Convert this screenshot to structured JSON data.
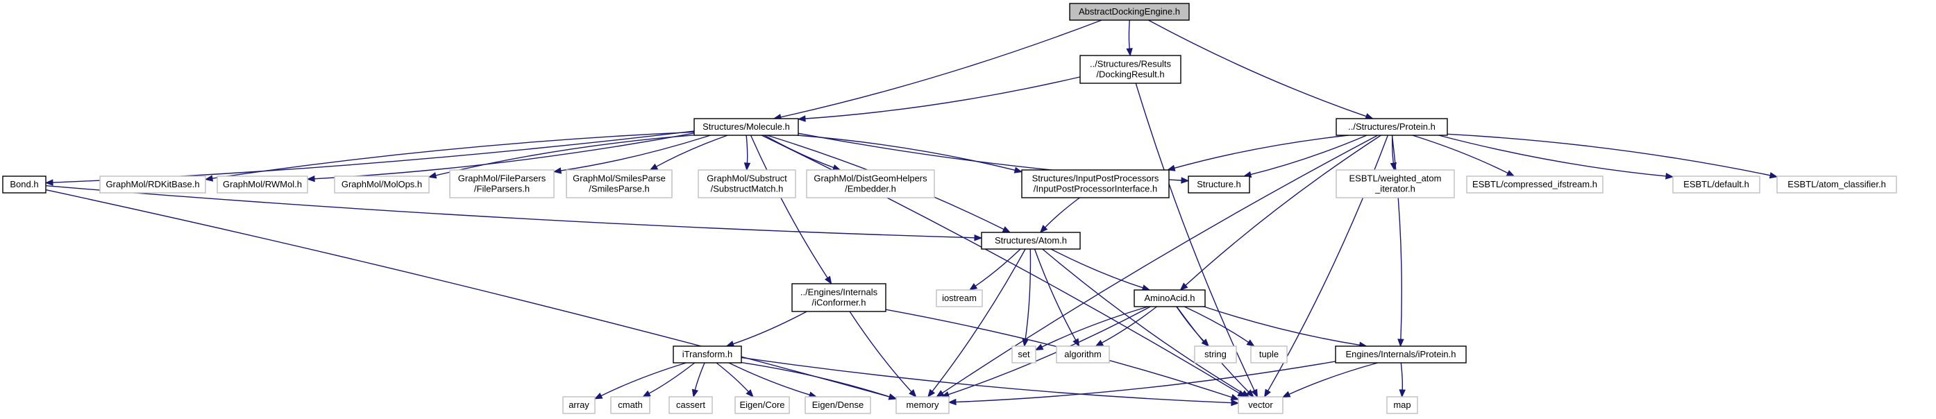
{
  "diagram": {
    "title": "AbstractDockingEngine.h",
    "colors": {
      "edge": "#191970",
      "root_fill": "#bfbfbf",
      "project_border": "#000000",
      "external_border": "#bfbfbf"
    },
    "nodes": [
      {
        "id": "root",
        "kind": "root",
        "lines": [
          "AbstractDockingEngine.h"
        ]
      },
      {
        "id": "dockresult",
        "kind": "project",
        "lines": [
          "../Structures/Results",
          "/DockingResult.h"
        ]
      },
      {
        "id": "molecule",
        "kind": "project",
        "lines": [
          "Structures/Molecule.h"
        ]
      },
      {
        "id": "protein",
        "kind": "project",
        "lines": [
          "../Structures/Protein.h"
        ]
      },
      {
        "id": "bond",
        "kind": "project",
        "lines": [
          "Bond.h"
        ]
      },
      {
        "id": "rdkitbase",
        "kind": "external",
        "lines": [
          "GraphMol/RDKitBase.h"
        ]
      },
      {
        "id": "rwmol",
        "kind": "external",
        "lines": [
          "GraphMol/RWMol.h"
        ]
      },
      {
        "id": "molops",
        "kind": "external",
        "lines": [
          "GraphMol/MolOps.h"
        ]
      },
      {
        "id": "fileparsers",
        "kind": "external",
        "lines": [
          "GraphMol/FileParsers",
          "/FileParsers.h"
        ]
      },
      {
        "id": "smilesparse",
        "kind": "external",
        "lines": [
          "GraphMol/SmilesParse",
          "/SmilesParse.h"
        ]
      },
      {
        "id": "substruct",
        "kind": "external",
        "lines": [
          "GraphMol/Substruct",
          "/SubstructMatch.h"
        ]
      },
      {
        "id": "embedder",
        "kind": "external",
        "lines": [
          "GraphMol/DistGeomHelpers",
          "/Embedder.h"
        ]
      },
      {
        "id": "inputpost",
        "kind": "project",
        "lines": [
          "Structures/InputPostProcessors",
          "/InputPostProcessorInterface.h"
        ]
      },
      {
        "id": "structure",
        "kind": "project",
        "lines": [
          "Structure.h"
        ]
      },
      {
        "id": "weighted",
        "kind": "external",
        "lines": [
          "ESBTL/weighted_atom",
          "_iterator.h"
        ]
      },
      {
        "id": "compressed",
        "kind": "external",
        "lines": [
          "ESBTL/compressed_ifstream.h"
        ]
      },
      {
        "id": "default",
        "kind": "external",
        "lines": [
          "ESBTL/default.h"
        ]
      },
      {
        "id": "atomclass",
        "kind": "external",
        "lines": [
          "ESBTL/atom_classifier.h"
        ]
      },
      {
        "id": "atom",
        "kind": "project",
        "lines": [
          "Structures/Atom.h"
        ]
      },
      {
        "id": "iconformer",
        "kind": "project",
        "lines": [
          "../Engines/Internals",
          "/iConformer.h"
        ]
      },
      {
        "id": "iostream",
        "kind": "external",
        "lines": [
          "iostream"
        ]
      },
      {
        "id": "aminoacid",
        "kind": "project",
        "lines": [
          "AminoAcid.h"
        ]
      },
      {
        "id": "set",
        "kind": "external",
        "lines": [
          "set"
        ]
      },
      {
        "id": "algorithm",
        "kind": "external",
        "lines": [
          "algorithm"
        ]
      },
      {
        "id": "string",
        "kind": "external",
        "lines": [
          "string"
        ]
      },
      {
        "id": "tuple",
        "kind": "external",
        "lines": [
          "tuple"
        ]
      },
      {
        "id": "iprotein",
        "kind": "project",
        "lines": [
          "Engines/Internals/iProtein.h"
        ]
      },
      {
        "id": "itransform",
        "kind": "project",
        "lines": [
          "iTransform.h"
        ]
      },
      {
        "id": "array",
        "kind": "external",
        "lines": [
          "array"
        ]
      },
      {
        "id": "cmath",
        "kind": "external",
        "lines": [
          "cmath"
        ]
      },
      {
        "id": "cassert",
        "kind": "external",
        "lines": [
          "cassert"
        ]
      },
      {
        "id": "eigencore",
        "kind": "external",
        "lines": [
          "Eigen/Core"
        ]
      },
      {
        "id": "eigendense",
        "kind": "external",
        "lines": [
          "Eigen/Dense"
        ]
      },
      {
        "id": "memory",
        "kind": "external",
        "lines": [
          "memory"
        ]
      },
      {
        "id": "vector",
        "kind": "external",
        "lines": [
          "vector"
        ]
      },
      {
        "id": "map",
        "kind": "external",
        "lines": [
          "map"
        ]
      }
    ],
    "edges": [
      [
        "root",
        "dockresult"
      ],
      [
        "root",
        "molecule"
      ],
      [
        "root",
        "protein"
      ],
      [
        "dockresult",
        "molecule"
      ],
      [
        "dockresult",
        "vector"
      ],
      [
        "molecule",
        "bond"
      ],
      [
        "molecule",
        "rdkitbase"
      ],
      [
        "molecule",
        "rwmol"
      ],
      [
        "molecule",
        "molops"
      ],
      [
        "molecule",
        "fileparsers"
      ],
      [
        "molecule",
        "smilesparse"
      ],
      [
        "molecule",
        "substruct"
      ],
      [
        "molecule",
        "embedder"
      ],
      [
        "molecule",
        "inputpost"
      ],
      [
        "molecule",
        "structure"
      ],
      [
        "molecule",
        "atom"
      ],
      [
        "molecule",
        "iconformer"
      ],
      [
        "molecule",
        "vector"
      ],
      [
        "protein",
        "inputpost"
      ],
      [
        "protein",
        "structure"
      ],
      [
        "protein",
        "weighted"
      ],
      [
        "protein",
        "compressed"
      ],
      [
        "protein",
        "default"
      ],
      [
        "protein",
        "atomclass"
      ],
      [
        "protein",
        "aminoacid"
      ],
      [
        "protein",
        "iprotein"
      ],
      [
        "protein",
        "memory"
      ],
      [
        "protein",
        "vector"
      ],
      [
        "bond",
        "atom"
      ],
      [
        "bond",
        "memory"
      ],
      [
        "inputpost",
        "atom"
      ],
      [
        "atom",
        "iostream"
      ],
      [
        "atom",
        "aminoacid"
      ],
      [
        "atom",
        "set"
      ],
      [
        "atom",
        "algorithm"
      ],
      [
        "atom",
        "memory"
      ],
      [
        "atom",
        "vector"
      ],
      [
        "iconformer",
        "itransform"
      ],
      [
        "iconformer",
        "memory"
      ],
      [
        "iconformer",
        "vector"
      ],
      [
        "aminoacid",
        "set"
      ],
      [
        "aminoacid",
        "algorithm"
      ],
      [
        "aminoacid",
        "string"
      ],
      [
        "aminoacid",
        "tuple"
      ],
      [
        "aminoacid",
        "iprotein"
      ],
      [
        "aminoacid",
        "memory"
      ],
      [
        "aminoacid",
        "vector"
      ],
      [
        "iprotein",
        "memory"
      ],
      [
        "iprotein",
        "vector"
      ],
      [
        "iprotein",
        "map"
      ],
      [
        "itransform",
        "array"
      ],
      [
        "itransform",
        "cmath"
      ],
      [
        "itransform",
        "cassert"
      ],
      [
        "itransform",
        "eigencore"
      ],
      [
        "itransform",
        "eigendense"
      ],
      [
        "itransform",
        "memory"
      ],
      [
        "itransform",
        "vector"
      ]
    ]
  }
}
